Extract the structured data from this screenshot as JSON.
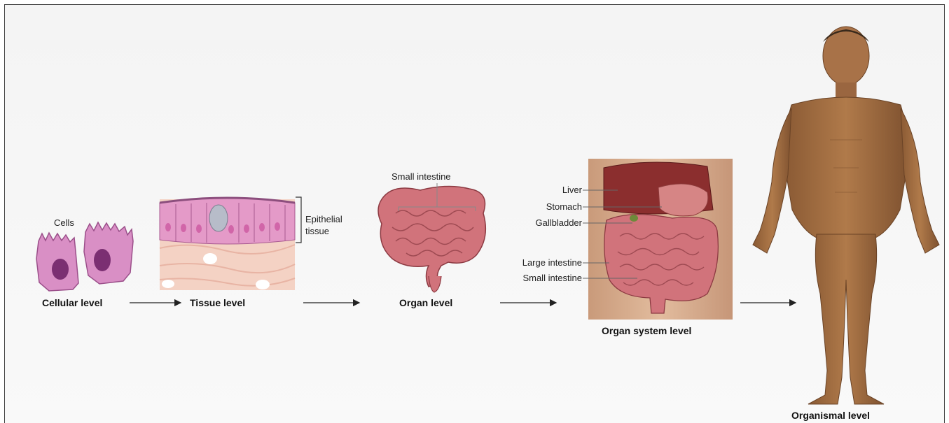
{
  "levels": {
    "cellular": "Cellular level",
    "tissue": "Tissue level",
    "organ": "Organ level",
    "organ_system": "Organ system level",
    "organismal": "Organismal level"
  },
  "labels": {
    "cells": "Cells",
    "epithelial_line1": "Epithelial",
    "epithelial_line2": "tissue",
    "small_intestine_organ": "Small intestine"
  },
  "organ_system_callouts": {
    "liver": "Liver",
    "stomach": "Stomach",
    "gallbladder": "Gallbladder",
    "large_intestine": "Large intestine",
    "small_intestine": "Small intestine"
  }
}
